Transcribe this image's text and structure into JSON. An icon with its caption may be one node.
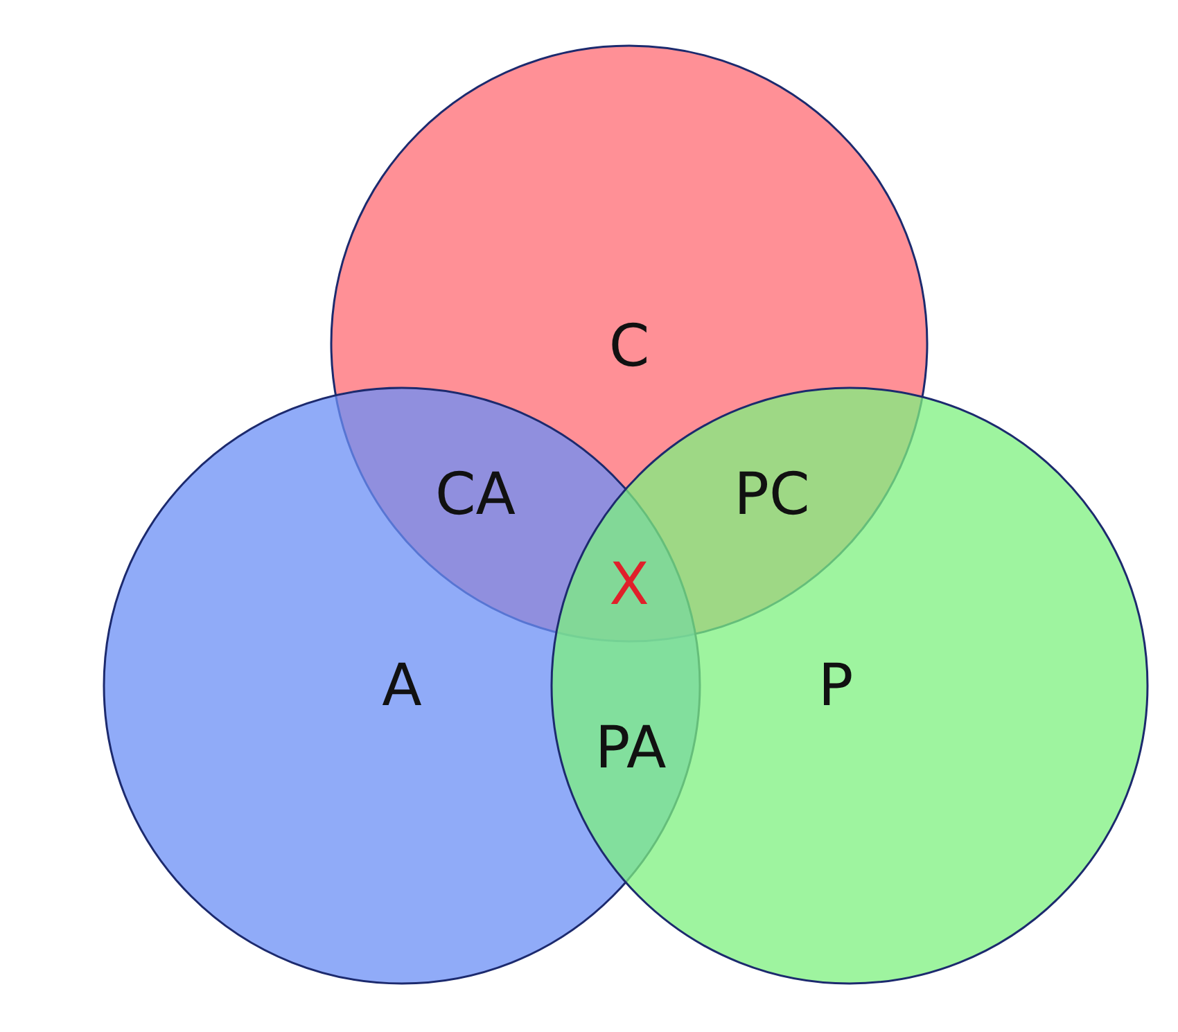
{
  "diagram": {
    "nodes": [
      {
        "text": [
          "C"
        ]
      },
      {
        "text": [
          "A"
        ]
      },
      {
        "text": [
          "P"
        ]
      }
    ],
    "labels": [
      "CA",
      "PC",
      "X",
      "PA"
    ]
  }
}
